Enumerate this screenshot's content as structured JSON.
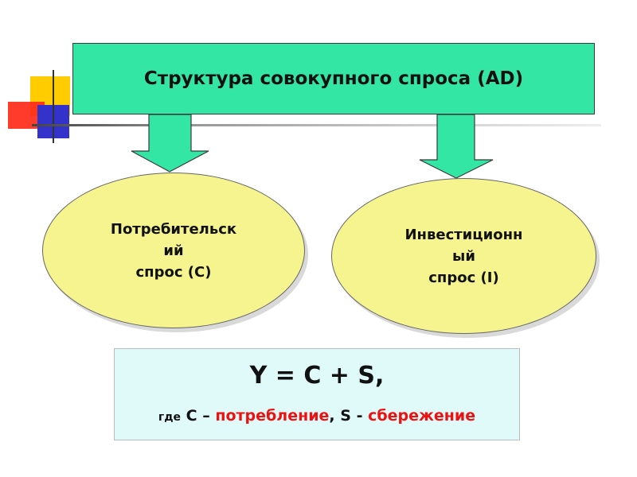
{
  "diagram": {
    "title": "Структура совокупного спроса (AD)",
    "left_node": {
      "lines": [
        "Потребительск",
        "ий",
        "спрос (С)"
      ]
    },
    "right_node": {
      "lines": [
        "Инвестиционн",
        "ый",
        "спрос (I)"
      ]
    },
    "formula": {
      "equation": "Y = C + S,",
      "where_word": "где",
      "c_symbol": "C",
      "dash": "–",
      "c_meaning": "потребление",
      "comma": ",",
      "s_symbol": "S",
      "hyphen": "-",
      "s_meaning": "сбережение"
    }
  },
  "colors": {
    "title_fill": "#33e6a4",
    "arrow_fill": "#33e6a4",
    "ellipse_fill": "#f6f48f",
    "formula_fill": "#e0fafa",
    "highlight_red": "#ee1111"
  }
}
